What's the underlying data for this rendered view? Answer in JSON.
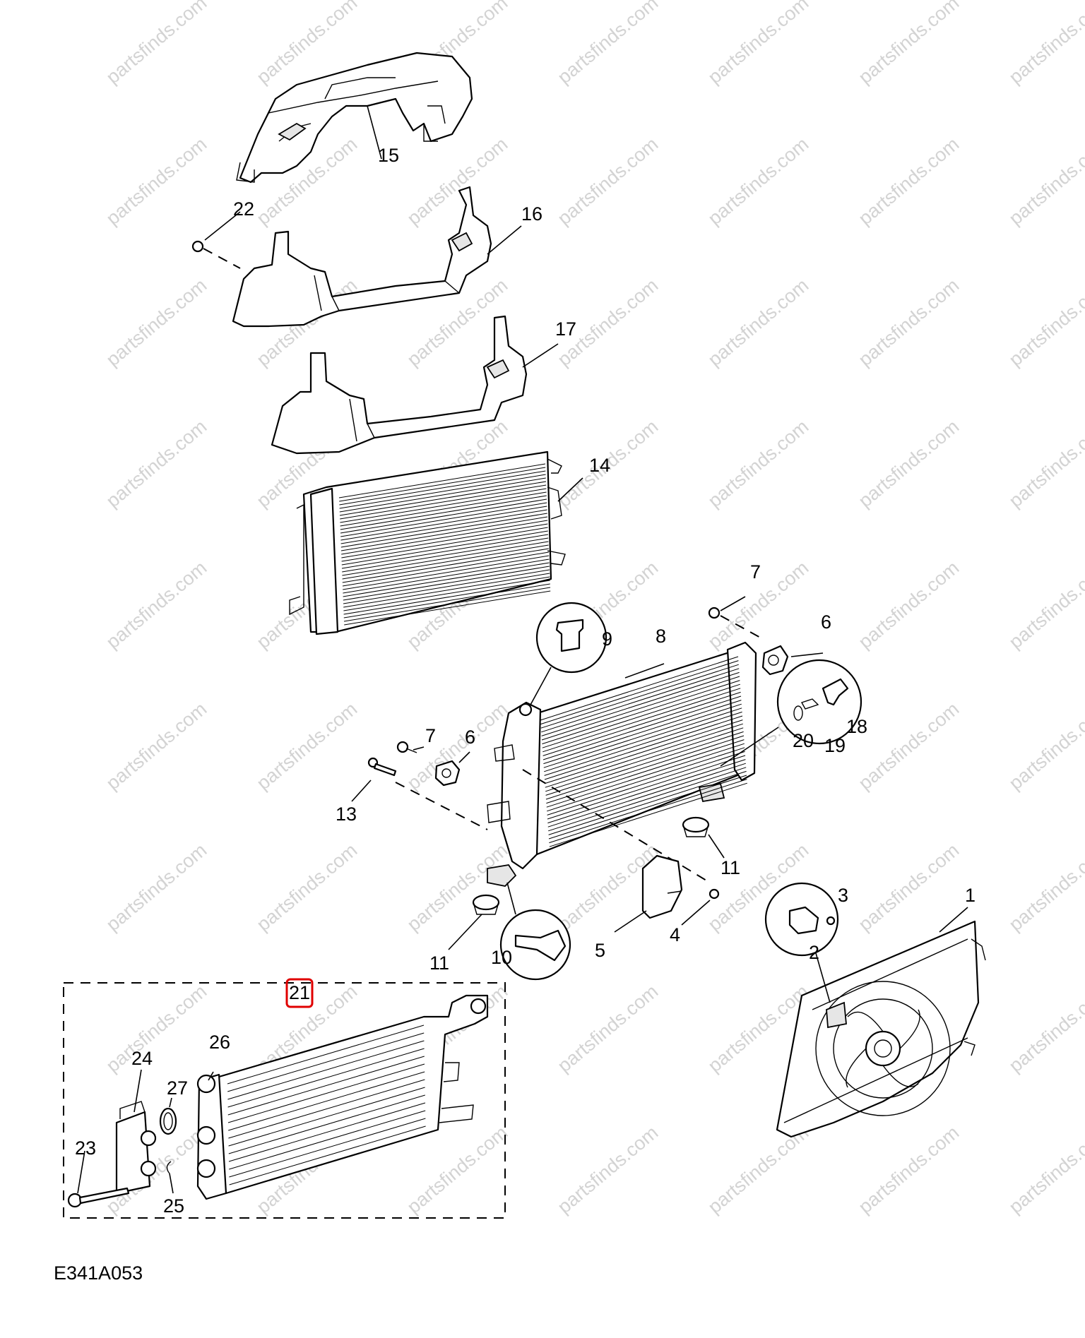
{
  "diagram": {
    "code": "E341A053",
    "watermark": "partsfinds.com",
    "highlight_color": "#e00000",
    "callouts": {
      "c1": "1",
      "c2": "2",
      "c3": "3",
      "c4": "4",
      "c5": "5",
      "c6a": "6",
      "c6b": "6",
      "c7a": "7",
      "c7b": "7",
      "c8": "8",
      "c9": "9",
      "c10": "10",
      "c11a": "11",
      "c11b": "11",
      "c13": "13",
      "c14": "14",
      "c15": "15",
      "c16": "16",
      "c17": "17",
      "c18": "18",
      "c19": "19",
      "c20": "20",
      "c21": "21",
      "c22": "22",
      "c23": "23",
      "c24": "24",
      "c25": "25",
      "c26": "26",
      "c27": "27"
    }
  }
}
